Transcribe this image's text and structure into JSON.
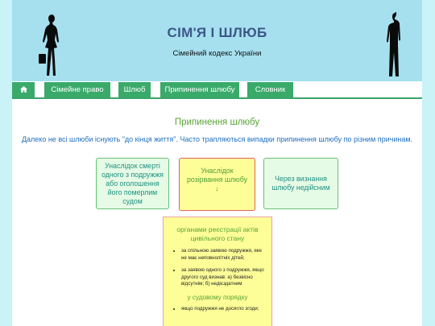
{
  "header": {
    "title": "СІМ'Я І ШЛЮБ",
    "subtitle": "Сімейний кодекс України"
  },
  "nav": {
    "home_icon": "home-icon",
    "items": [
      "Сімейне право",
      "Шлюб",
      "Припинення шлюбу",
      "Словник"
    ]
  },
  "main": {
    "title": "Припинення шлюбу",
    "intro": "Далеко не всі шлюби існують \"до кінця життя\". Часто трапляються випадки припинення шлюбу по різним причинам.",
    "cards": [
      {
        "label": "Унаслідок смерті одного з подружжя або оголошення його померлим судом"
      },
      {
        "label": "Унаслідок розірвання шлюбу",
        "arrow": "↓"
      },
      {
        "label": "Через визнання шлюбу недійсним"
      }
    ],
    "details": {
      "heading": "органами реєстрації актів цивільного стану",
      "items": [
        "за спільною заявою подружжя, яке не має неповнолітніх дітей;",
        "за заявою одного з подружжя, якщо другого суд визнав: а) безвісно відсутнім; б) недієздатним"
      ],
      "subheading": "у судовому порядку",
      "court_items": [
        "якщо подружжя не досягло згоди;"
      ]
    }
  },
  "colors": {
    "header_bg": "#a6e0ef",
    "nav_green": "#3aaa6a",
    "title_blue": "#3c5688",
    "accent_green": "#58a336",
    "highlight_yellow": "#fefe99"
  }
}
